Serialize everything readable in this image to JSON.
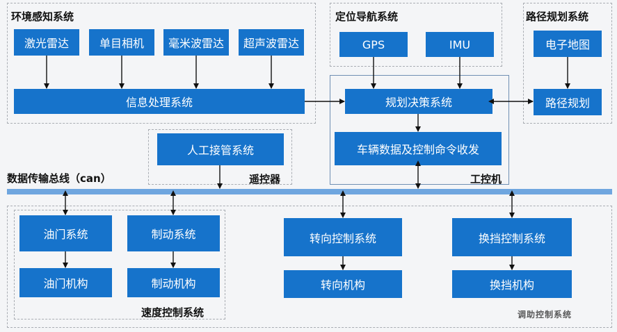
{
  "groups": {
    "env": "环境感知系统",
    "nav": "定位导航系统",
    "path": "路径规划系统",
    "remote": "遥控器",
    "ipc": "工控机",
    "speed": "速度控制系统"
  },
  "bus_label": "数据传输总线（can）",
  "boxes": {
    "lidar": "激光雷达",
    "camera": "单目相机",
    "mmwave": "毫米波雷达",
    "ultrasonic": "超声波雷达",
    "info": "信息处理系统",
    "gps": "GPS",
    "imu": "IMU",
    "map": "电子地图",
    "planning": "规划决策系统",
    "route": "路径规划",
    "manual": "人工接管系统",
    "vehicle": "车辆数据及控制命令收发",
    "throttle_sys": "油门系统",
    "brake_sys": "制动系统",
    "steer_sys": "转向控制系统",
    "gear_sys": "换挡控制系统",
    "throttle_mech": "油门机构",
    "brake_mech": "制动机构",
    "steer_mech": "转向机构",
    "gear_mech": "换挡机构"
  },
  "watermark": "调助控制系统"
}
